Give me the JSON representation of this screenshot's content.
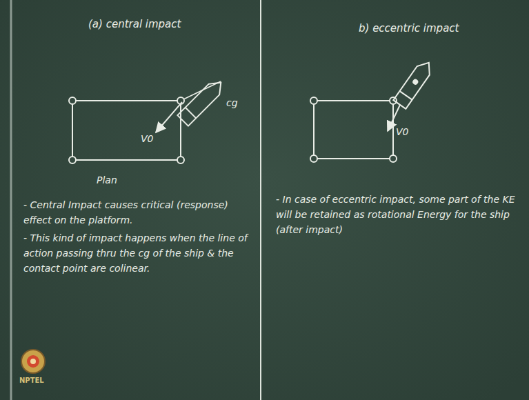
{
  "diagram": {
    "labels": [
      "(a) central impact",
      "cg",
      "V0",
      "Plan",
      "- Central Impact causes critical (response) effect on the platform.",
      "- This kind of impact happens when the line of action passing thru the cg of the ship & the contact point are colinear.",
      "b) eccentric impact",
      "V0",
      "- In case of eccentric impact, some part of the KE will be retained as rotational Energy for the ship (after impact)",
      "NPTEL"
    ]
  }
}
